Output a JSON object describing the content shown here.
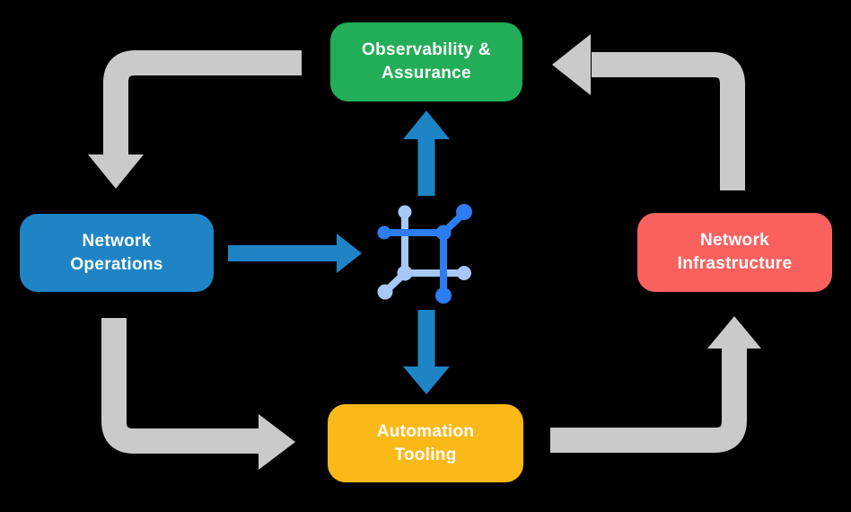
{
  "nodes": {
    "observability": {
      "label": "Observability &\nAssurance",
      "color": "#22AE58"
    },
    "operations": {
      "label": "Network\nOperations",
      "color": "#1E84C6"
    },
    "infrastructure": {
      "label": "Network\nInfrastructure",
      "color": "#FA615E"
    },
    "automation": {
      "label": "Automation\nTooling",
      "color": "#FBB917"
    }
  },
  "colors": {
    "background": "#000000",
    "label_text": "#FFFFFF",
    "cycle_arrow": "#CACACA",
    "flow_arrow": "#1E84C6",
    "icon_dark_blue": "#2D7CF0",
    "icon_light_blue": "#A6C7F7"
  },
  "icons": {
    "center": {
      "name": "network-mesh-icon"
    }
  }
}
